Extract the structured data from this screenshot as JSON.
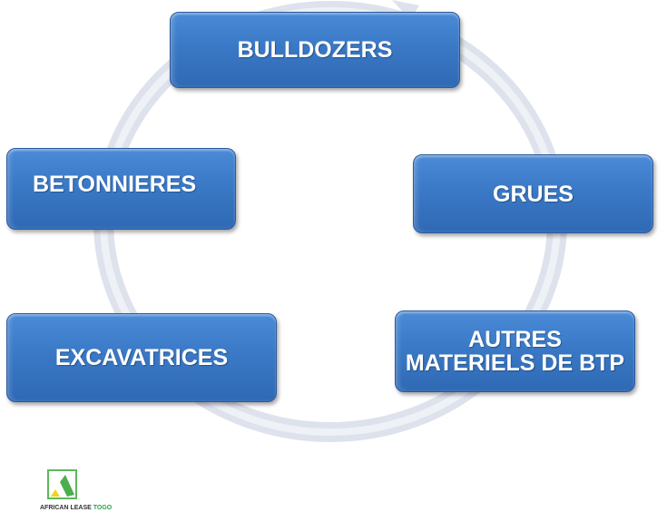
{
  "items": [
    "BULLDOZERS",
    "GRUES",
    "AUTRES MATERIELS DE BTP",
    "EXCAVATRICES",
    "BETONNIERES"
  ],
  "logo": {
    "text": "AFRICAN LEASE",
    "text_accent": "TOGO"
  },
  "colors": {
    "box": "#3a79c6",
    "ring": "#dde2ec",
    "logo_green": "#5cb85c",
    "logo_yellow": "#f2d21b"
  }
}
